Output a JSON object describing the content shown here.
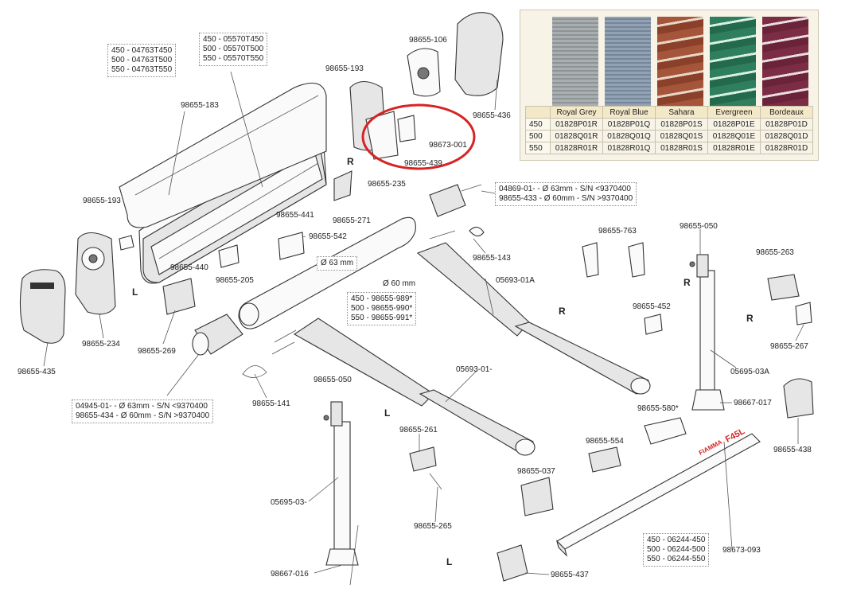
{
  "colors": {
    "highlight": "#d62424",
    "swatches": [
      "#9ea3a6",
      "#8696a8",
      "#9a4b33",
      "#2e7c5c",
      "#7a2c42"
    ]
  },
  "color_table": {
    "headers": [
      "Royal Grey",
      "Royal Blue",
      "Sahara",
      "Evergreen",
      "Bordeaux"
    ],
    "rows": [
      {
        "size": "450",
        "codes": [
          "01828P01R",
          "01828P01Q",
          "01828P01S",
          "01828P01E",
          "01828P01D"
        ]
      },
      {
        "size": "500",
        "codes": [
          "01828Q01R",
          "01828Q01Q",
          "01828Q01S",
          "01828Q01E",
          "01828Q01D"
        ]
      },
      {
        "size": "550",
        "codes": [
          "01828R01R",
          "01828R01Q",
          "01828R01S",
          "01828R01E",
          "01828R01D"
        ]
      }
    ]
  },
  "parts": {
    "p183": "98655-183",
    "p193a": "98655-193",
    "p193b": "98655-193",
    "p106": "98655-106",
    "p436": "98655-436",
    "p439": "98655-439",
    "p001": "98673-001",
    "p235": "98655-235",
    "p441": "98655-441",
    "p271": "98655-271",
    "p542": "98655-542",
    "p440": "98655-440",
    "p205": "98655-205",
    "p234": "98655-234",
    "p435": "98655-435",
    "p269": "98655-269",
    "p143": "98655-143",
    "p0169301a": "05693-01A",
    "p763": "98655-763",
    "p050a": "98655-050",
    "p263": "98655-263",
    "p452": "98655-452",
    "p267": "98655-267",
    "p0169503a": "05695-03A",
    "p141": "98655-141",
    "p0169301": "05693-01-",
    "p050b": "98655-050",
    "p261": "98655-261",
    "p580": "98655-580*",
    "p017": "98667-017",
    "p554": "98655-554",
    "p438": "98655-438",
    "p037": "98655-037",
    "p265": "98655-265",
    "p0169503": "05695-03-",
    "p093": "98673-093",
    "p016": "98667-016",
    "p437": "98655-437",
    "d63": "Ø 63 mm",
    "d60": "Ø 60 mm"
  },
  "sides": {
    "r1": "R",
    "r2": "R",
    "r3": "R",
    "r4": "R",
    "l1": "L",
    "l2": "L",
    "l3": "L"
  },
  "boxes": {
    "b04763": [
      "450 - 04763T450",
      "500 - 04763T500",
      "550 - 04763T550"
    ],
    "b05570": [
      "450 - 05570T450",
      "500 - 05570T500",
      "550 - 05570T550"
    ],
    "b04869": [
      "04869-01- - Ø 63mm - S/N <9370400",
      "98655-433 - Ø 60mm - S/N >9370400"
    ],
    "b989": [
      "450 - 98655-989*",
      "500 - 98655-990*",
      "550 - 98655-991*"
    ],
    "b04945": [
      "04945-01- - Ø 63mm - S/N <9370400",
      "98655-434 - Ø 60mm - S/N >9370400"
    ],
    "b06244": [
      "450 - 06244-450",
      "500 - 06244-500",
      "550 - 06244-550"
    ]
  },
  "brand": {
    "logo": "FIAMMA",
    "model": "F45L"
  }
}
